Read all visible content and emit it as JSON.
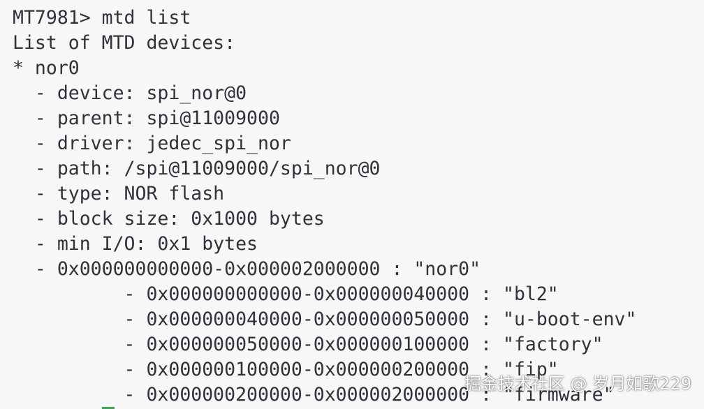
{
  "terminal": {
    "lines": [
      "MT7981> mtd list",
      "List of MTD devices:",
      "* nor0",
      "  - device: spi_nor@0",
      "  - parent: spi@11009000",
      "  - driver: jedec_spi_nor",
      "  - path: /spi@11009000/spi_nor@0",
      "  - type: NOR flash",
      "  - block size: 0x1000 bytes",
      "  - min I/O: 0x1 bytes",
      "  - 0x000000000000-0x000002000000 : \"nor0\"",
      "          - 0x000000000000-0x000000040000 : \"bl2\"",
      "          - 0x000000040000-0x000000050000 : \"u-boot-env\"",
      "          - 0x000000050000-0x000000100000 : \"factory\"",
      "          - 0x000000100000-0x000000200000 : \"fip\"",
      "          - 0x000000200000-0x000002000000 : \"firmware\""
    ]
  },
  "watermark": {
    "text": "掘金技术社区 @ 岁月如歌229"
  }
}
